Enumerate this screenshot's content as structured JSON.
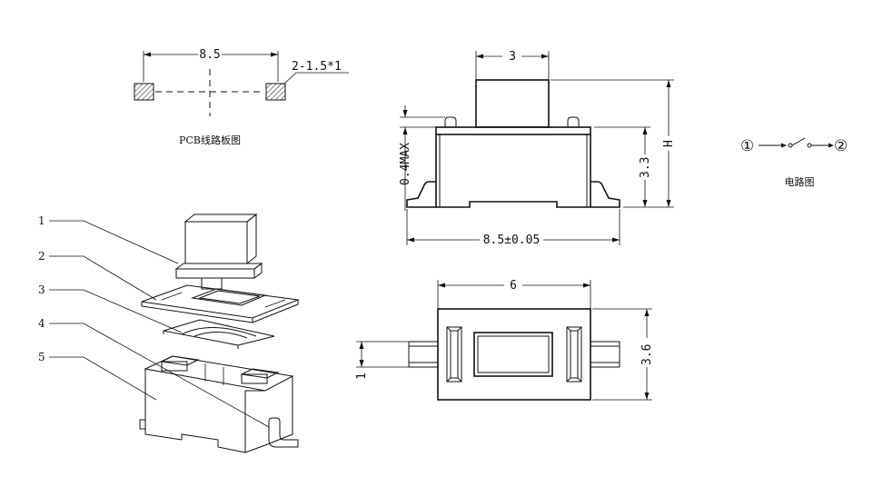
{
  "pcb": {
    "width_label": "8.5",
    "pad_label": "2-1.5*1",
    "caption": "PCB线路板图"
  },
  "front_view": {
    "width_label": "3",
    "clearance_label": "0.4MAX",
    "body_height_label": "3.3",
    "height_label": "H",
    "span_label": "8.5±0.05"
  },
  "top_view": {
    "width_label": "6",
    "depth_label": "3.6",
    "lead_label": "1"
  },
  "circuit": {
    "pin1_label": "①",
    "pin2_label": "②",
    "caption": "电路图"
  },
  "exploded_view": {
    "parts": [
      "1",
      "2",
      "3",
      "4",
      "5"
    ]
  }
}
